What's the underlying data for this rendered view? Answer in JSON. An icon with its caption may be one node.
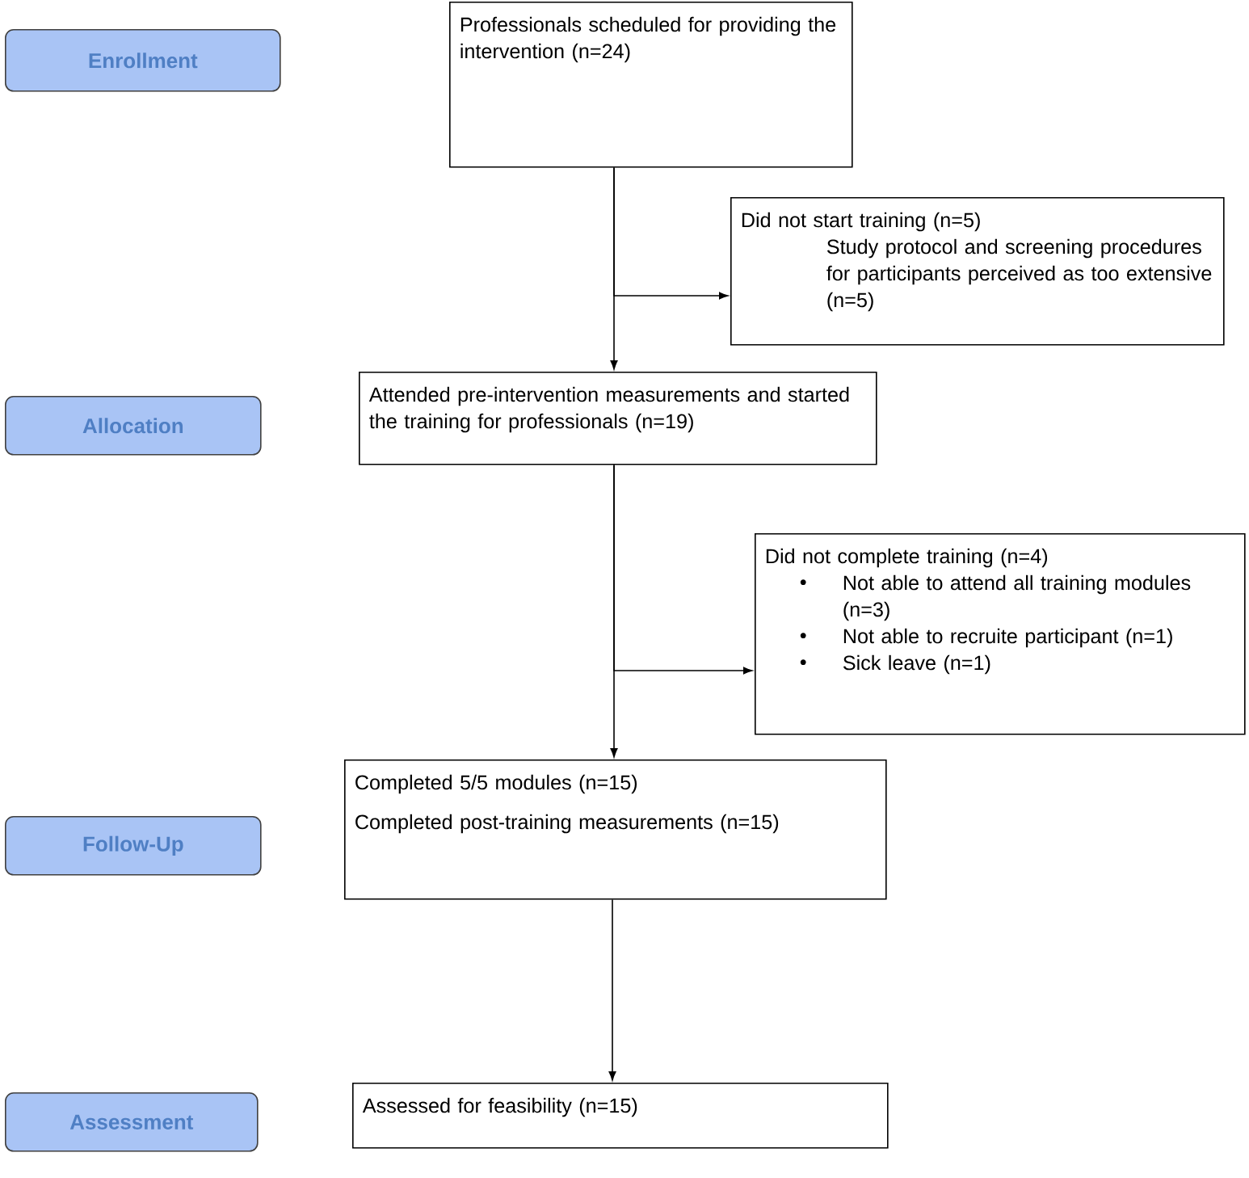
{
  "diagram": {
    "nodes": [
      {
        "text": [
          "Enrollment"
        ]
      },
      {
        "text": [
          "Professionals scheduled for providing the intervention (n=24)"
        ]
      },
      {
        "text": [
          "Did not start training (n=5)",
          "Study protocol and screening procedures for participants perceived as too extensive (n=5)"
        ]
      },
      {
        "text": [
          "Allocation"
        ]
      },
      {
        "text": [
          "Attended pre-intervention measurements and started the training for professionals (n=19)"
        ]
      },
      {
        "text": [
          "Did not complete training (n=4)",
          "Not able to attend all training modules (n=3)",
          "Not able to recruite participant (n=1)",
          "Sick leave (n=1)"
        ]
      },
      {
        "text": [
          "Follow-Up"
        ]
      },
      {
        "text": [
          "Completed 5/5 modules (n=15)",
          "Completed post-training measurements (n=15)"
        ]
      },
      {
        "text": [
          "Assessment"
        ]
      },
      {
        "text": [
          "Assessed for feasibility (n=15)"
        ]
      }
    ],
    "edges": [
      {
        "from": 1,
        "to": 4,
        "arrow": "to"
      },
      {
        "from": 1,
        "to": 2,
        "arrow": "to"
      },
      {
        "from": 4,
        "to": 7,
        "arrow": "to"
      },
      {
        "from": 4,
        "to": 5,
        "arrow": "to"
      },
      {
        "from": 7,
        "to": 9,
        "arrow": "to"
      }
    ]
  }
}
